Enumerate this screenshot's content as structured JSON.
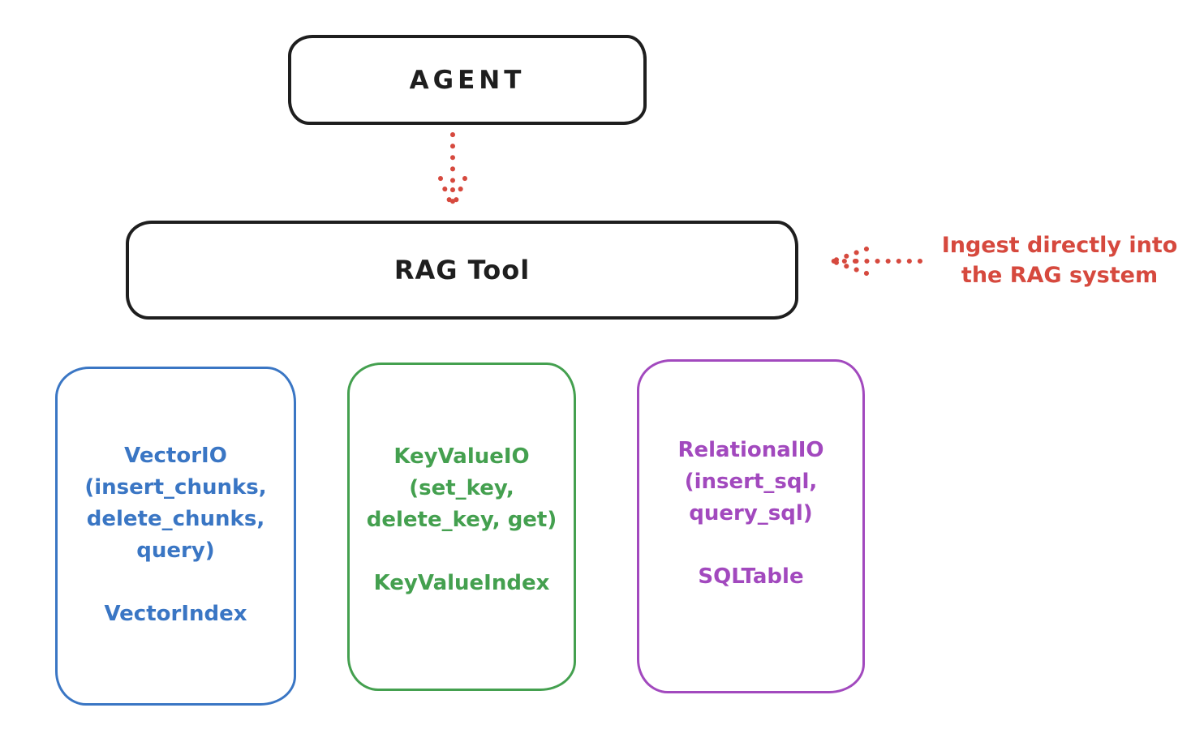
{
  "diagram": {
    "agent": {
      "label": "AGENT"
    },
    "rag_tool": {
      "label": "RAG Tool"
    },
    "annotation": {
      "line1": "Ingest directly into",
      "line2": "the RAG system"
    },
    "arrows": [
      {
        "name": "agent-to-rag-tool",
        "style": "dotted",
        "direction": "down",
        "color": "#d6493e"
      },
      {
        "name": "annotation-to-rag-tool",
        "style": "dotted",
        "direction": "left",
        "color": "#d6493e"
      }
    ],
    "stores": [
      {
        "name": "vector-io",
        "color": "#3a76c4",
        "lines": [
          "VectorIO",
          "(insert_chunks,",
          "delete_chunks,",
          "query)"
        ],
        "index_label": "VectorIndex"
      },
      {
        "name": "key-value-io",
        "color": "#44a04f",
        "lines": [
          "KeyValueIO",
          "(set_key,",
          "delete_key, get)"
        ],
        "index_label": "KeyValueIndex"
      },
      {
        "name": "relational-io",
        "color": "#a249be",
        "lines": [
          "RelationalIO",
          "(insert_sql,",
          "query_sql)"
        ],
        "index_label": "SQLTable"
      }
    ],
    "colors": {
      "stroke_black": "#1e1e1e",
      "accent_red": "#d6493e",
      "vector_blue": "#3a76c4",
      "keyvalue_green": "#44a04f",
      "relational_purple": "#a249be",
      "background": "#ffffff"
    }
  }
}
